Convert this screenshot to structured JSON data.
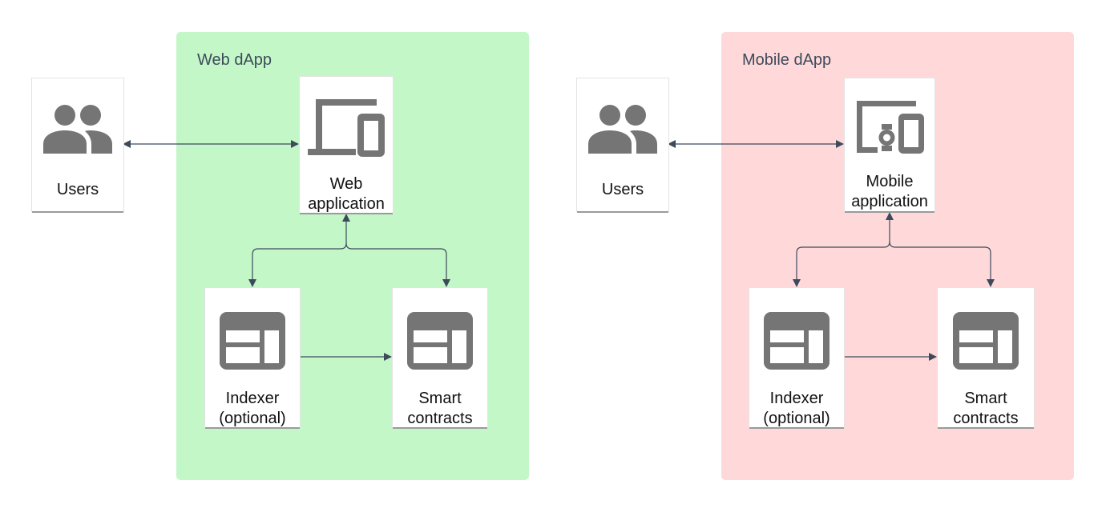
{
  "colors": {
    "web_group": "#c4f7c7",
    "mobile_group": "#ffd9d9",
    "icon": "#757575",
    "connector": "#3d4a5c"
  },
  "web": {
    "title": "Web dApp",
    "users": {
      "label": "Users",
      "icon": "users-icon"
    },
    "app": {
      "label": "Web\napplication",
      "icon": "devices-icon"
    },
    "indexer": {
      "label": "Indexer\n(optional)",
      "icon": "dashboard-icon"
    },
    "contracts": {
      "label": "Smart\ncontracts",
      "icon": "dashboard-icon"
    }
  },
  "mobile": {
    "title": "Mobile dApp",
    "users": {
      "label": "Users",
      "icon": "users-icon"
    },
    "app": {
      "label": "Mobile\napplication",
      "icon": "devices-other-icon"
    },
    "indexer": {
      "label": "Indexer\n(optional)",
      "icon": "dashboard-icon"
    },
    "contracts": {
      "label": "Smart\ncontracts",
      "icon": "dashboard-icon"
    }
  }
}
